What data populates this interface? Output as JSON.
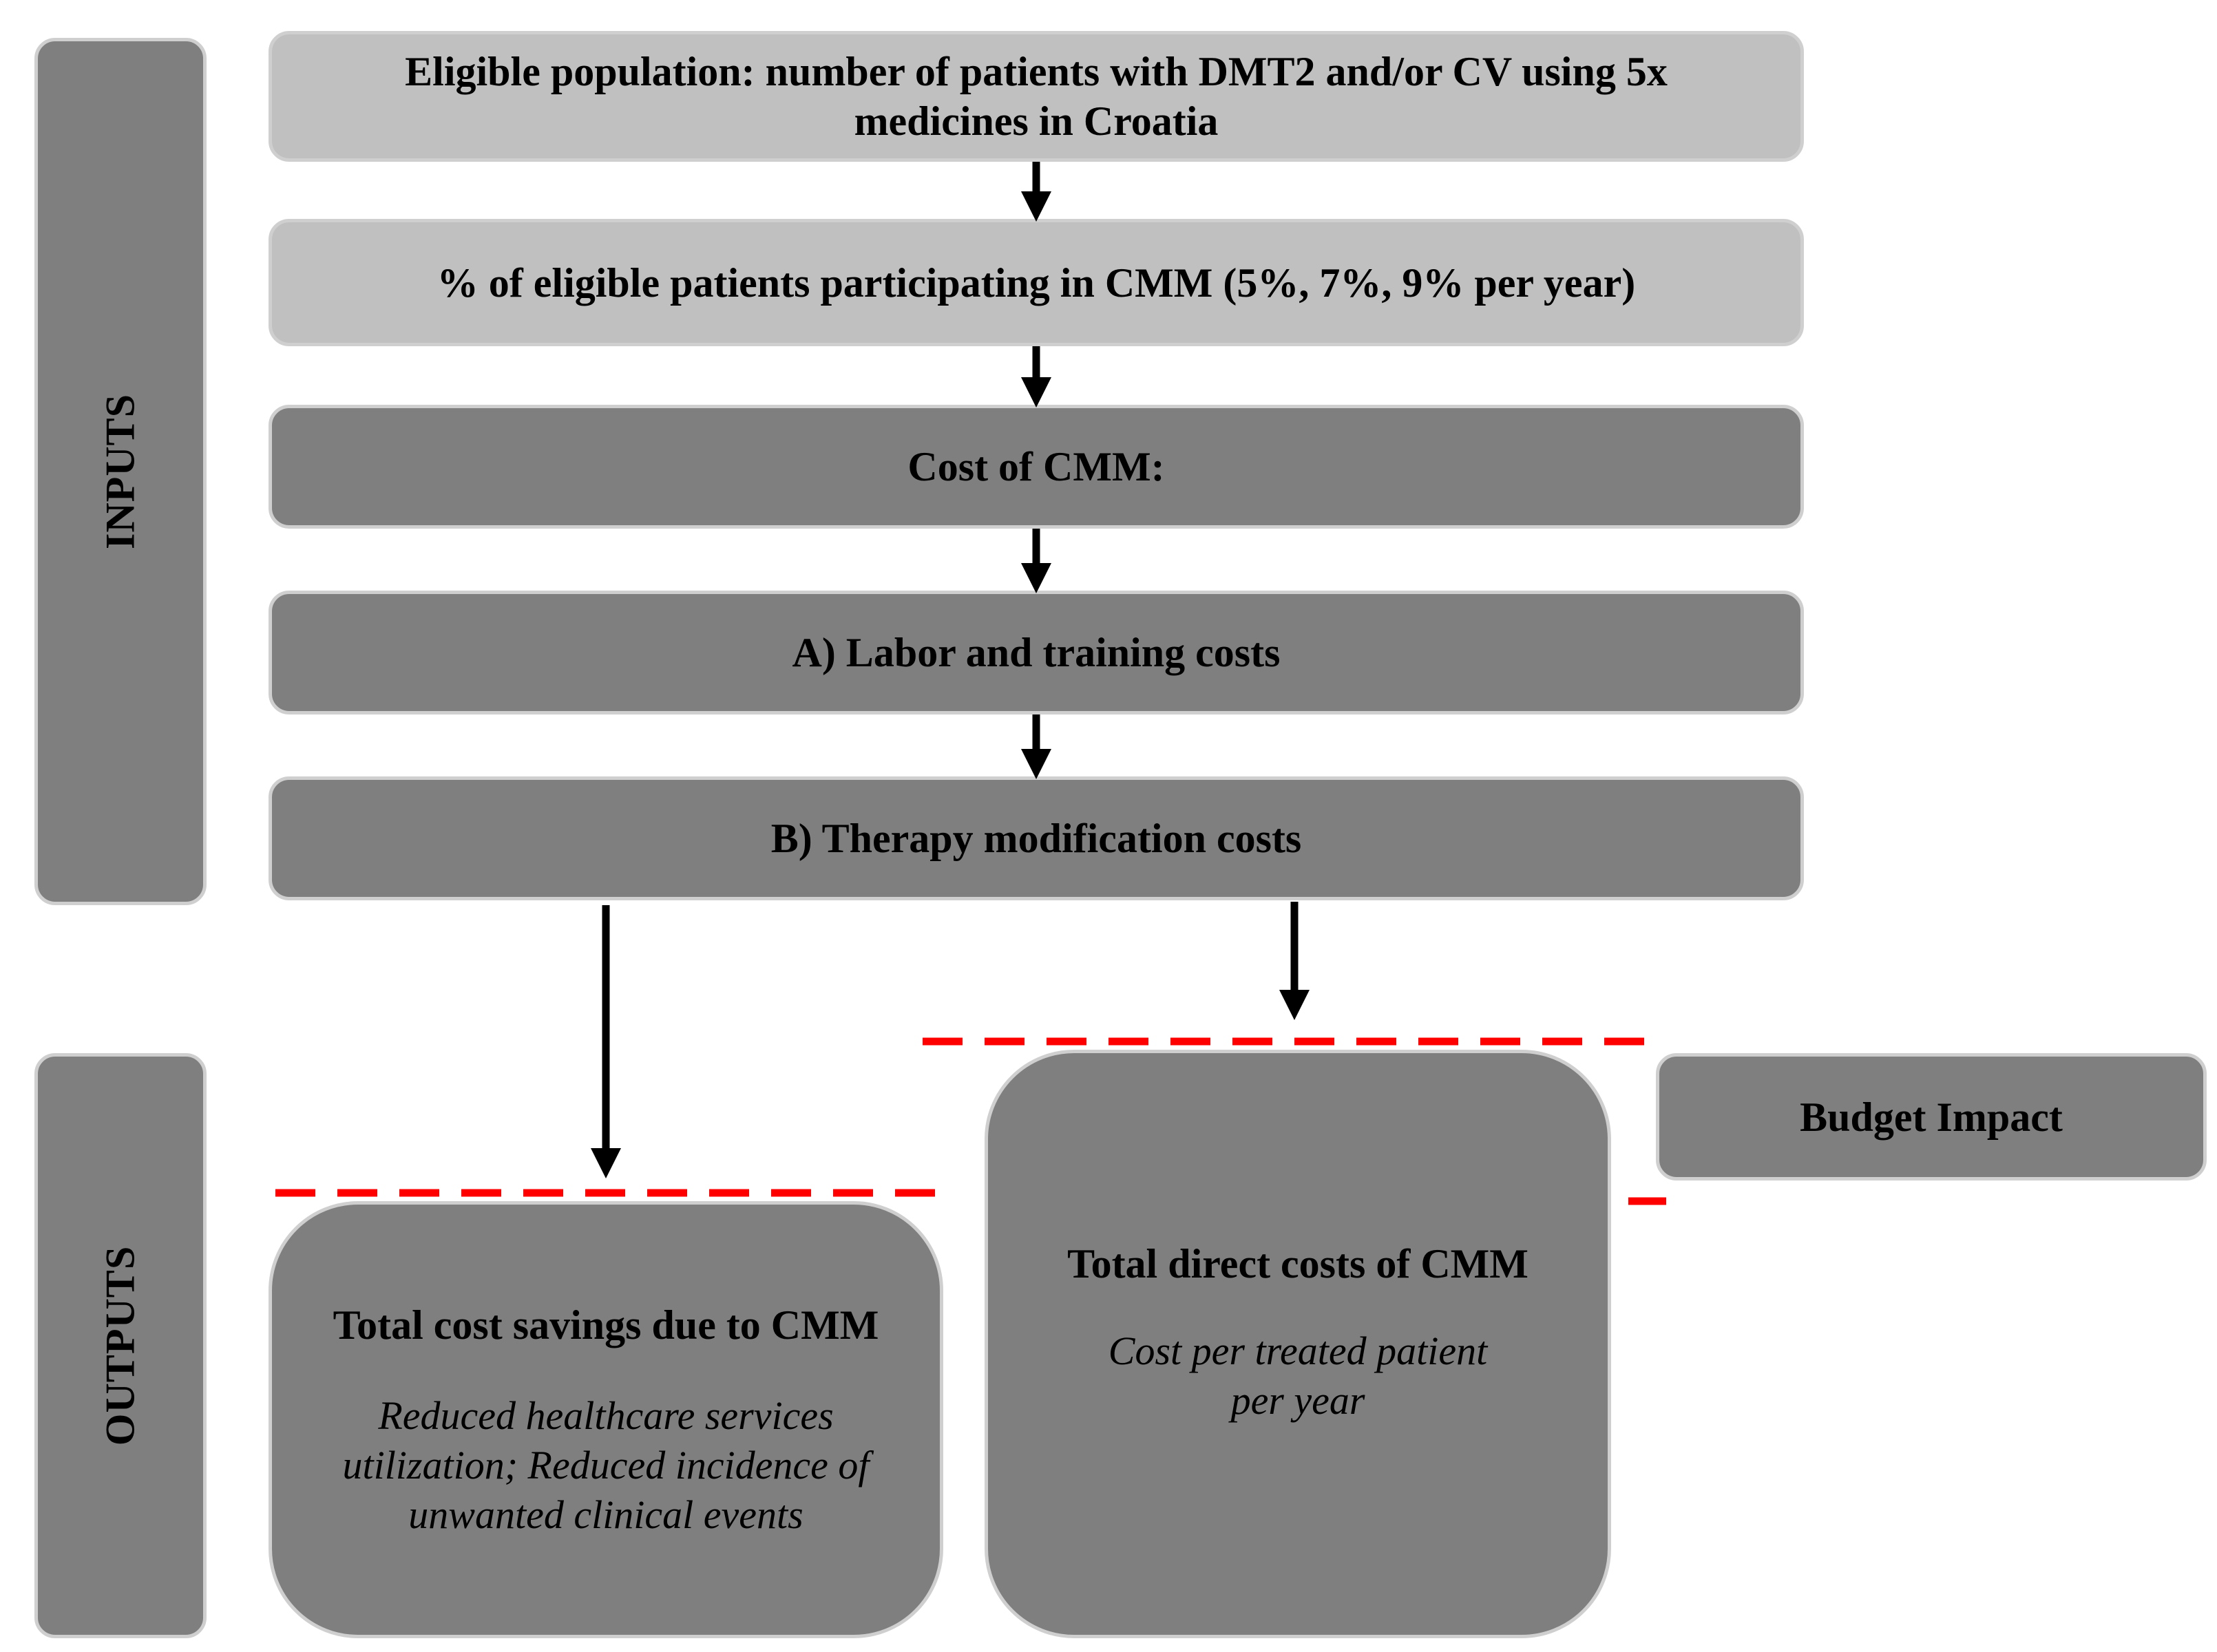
{
  "sections": {
    "inputs_label": "INPUTS",
    "outputs_label": "OUTPUTS"
  },
  "steps": [
    {
      "text": "Eligible population: number of patients with DMT2 and/or CV using 5x medicines in Croatia"
    },
    {
      "text": "% of eligible patients participating in CMM (5%, 7%, 9% per year)"
    },
    {
      "text": "Cost of CMM:"
    },
    {
      "text": "A) Labor and training costs"
    },
    {
      "text": "B) Therapy modification costs"
    }
  ],
  "outputs": {
    "savings": {
      "title": "Total cost savings due to CMM",
      "detail": "Reduced healthcare services utilization; Reduced incidence of unwanted clinical events"
    },
    "direct_costs": {
      "title": "Total direct costs of CMM",
      "detail": "Cost per treated patient per year"
    },
    "budget_impact": "Budget Impact"
  },
  "colors": {
    "light_box": "#c0c0c0",
    "dark_box": "#7f7f7f",
    "dashed_line": "#ff0000",
    "arrow": "#000000"
  }
}
